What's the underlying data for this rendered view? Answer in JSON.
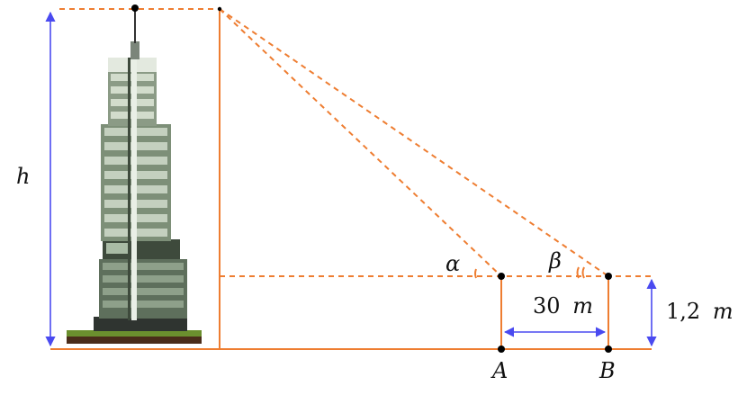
{
  "labels": {
    "height": "h",
    "alpha": "α",
    "beta": "β",
    "distance_value": "30",
    "distance_unit": "m",
    "observer_height_value": "1,2",
    "observer_height_unit": "m",
    "point_a": "A",
    "point_b": "B"
  },
  "colors": {
    "orange": "#ee7d31",
    "blue": "#4a4af0",
    "point": "#000000",
    "ground": "#ee7d31"
  }
}
